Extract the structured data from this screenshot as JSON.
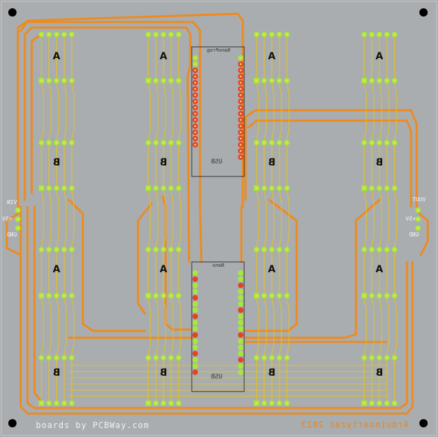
{
  "board": {
    "silkscreen_footer": "boards by PCBWay.com",
    "brand_mark": "Arduinoartyzaz 2023",
    "modules": [
      {
        "name": "NanoProg",
        "usb_label": "USB"
      },
      {
        "name": "Nano",
        "usb_label": "USB"
      }
    ],
    "left_connector": {
      "labels": [
        "VIN",
        "+5V",
        "GND"
      ]
    },
    "right_connector": {
      "labels": [
        "VOUT",
        "+5V",
        "GND"
      ]
    },
    "block_letters": [
      [
        "A",
        "A",
        "A",
        "A"
      ],
      [
        "B",
        "B",
        "B",
        "B"
      ],
      [
        "A",
        "A",
        "A",
        "A"
      ],
      [
        "B",
        "B",
        "B",
        "B"
      ]
    ]
  },
  "colors": {
    "board_bg": "#a9adaf",
    "trace_orange": "#ee8a1e",
    "trace_yellow": "#e4c21a",
    "pad_green": "#a6e83a",
    "pad_red": "#e4422b",
    "silk": "#ffffff"
  }
}
